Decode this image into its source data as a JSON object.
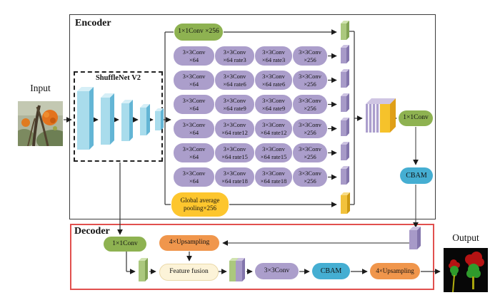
{
  "input_label": "Input",
  "output_label": "Output",
  "encoder": {
    "label": "Encoder",
    "backbone_label": "ShuffleNet V2",
    "conv_row_label": "1×1Conv ×256",
    "aspp_rows": [
      {
        "cells": [
          {
            "l1": "3×3Conv",
            "l2": "×64"
          },
          {
            "l1": "3×3Conv",
            "l2": "×64 rate3"
          },
          {
            "l1": "3×3Conv",
            "l2": "×64 rate3"
          },
          {
            "l1": "3×3Conv",
            "l2": "×256"
          }
        ]
      },
      {
        "cells": [
          {
            "l1": "3×3Conv",
            "l2": "×64"
          },
          {
            "l1": "3×3Conv",
            "l2": "×64 rate6"
          },
          {
            "l1": "3×3Conv",
            "l2": "×64 rate6"
          },
          {
            "l1": "3×3Conv",
            "l2": "×256"
          }
        ]
      },
      {
        "cells": [
          {
            "l1": "3×3Conv",
            "l2": "×64"
          },
          {
            "l1": "3×3Conv",
            "l2": "×64 rate9"
          },
          {
            "l1": "3×3Conv",
            "l2": "×64 rate9"
          },
          {
            "l1": "3×3Conv",
            "l2": "×256"
          }
        ]
      },
      {
        "cells": [
          {
            "l1": "3×3Conv",
            "l2": "×64"
          },
          {
            "l1": "3×3Conv",
            "l2": "×64 rate12"
          },
          {
            "l1": "3×3Conv",
            "l2": "×64 rate12"
          },
          {
            "l1": "3×3Conv",
            "l2": "×256"
          }
        ]
      },
      {
        "cells": [
          {
            "l1": "3×3Conv",
            "l2": "×64"
          },
          {
            "l1": "3×3Conv",
            "l2": "×64 rate15"
          },
          {
            "l1": "3×3Conv",
            "l2": "×64 rate15"
          },
          {
            "l1": "3×3Conv",
            "l2": "×256"
          }
        ]
      },
      {
        "cells": [
          {
            "l1": "3×3Conv",
            "l2": "×64"
          },
          {
            "l1": "3×3Conv",
            "l2": "×64 rate18"
          },
          {
            "l1": "3×3Conv",
            "l2": "×64 rate18"
          },
          {
            "l1": "3×3Conv",
            "l2": "×256"
          }
        ]
      }
    ],
    "pooling": {
      "l1": "Global average",
      "l2": "pooling×256"
    },
    "conv1x1": "1×1Conv",
    "cbam": "CBAM"
  },
  "decoder": {
    "label": "Decoder",
    "conv1x1": "1×1Conv",
    "upsample_top": "4×Upsampling",
    "feature_fusion": "Feature fusion",
    "conv3x3": "3×3Conv",
    "cbam": "CBAM",
    "upsample_bottom": "4×Upsampling"
  },
  "palette": {
    "conv_green": "#8eb251",
    "aspp_purple": "#ab9ecb",
    "pooling_yellow": "#fdc62e",
    "upsample_orange": "#f0964c",
    "cbam_teal": "#45aed2",
    "fusion_cream": "#fcf3d8",
    "backbone_blue": "#a9dcec",
    "decoder_border_red": "#e1504e"
  }
}
